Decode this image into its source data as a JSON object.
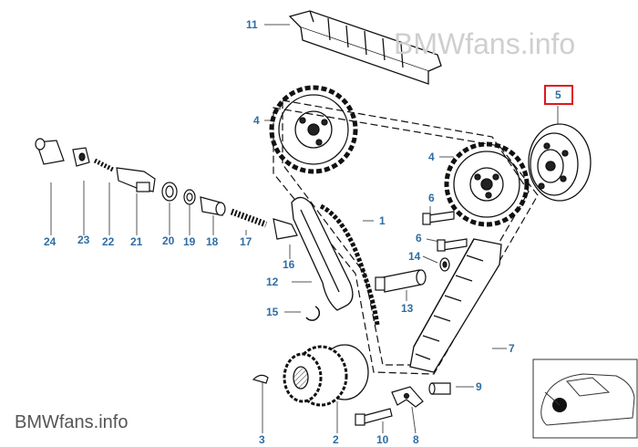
{
  "watermarks": {
    "top": "BMWfans.info",
    "bottom": "BMWfans.info"
  },
  "highlight": {
    "color": "#e0161f",
    "part": "5"
  },
  "label_color": "#2e6da4",
  "parts": {
    "p11": "11",
    "p4a": "4",
    "p4b": "4",
    "p5": "5",
    "p6a": "6",
    "p6b": "6",
    "p14": "14",
    "p1": "1",
    "p24": "24",
    "p23": "23",
    "p22": "22",
    "p21": "21",
    "p20": "20",
    "p19": "19",
    "p18": "18",
    "p17": "17",
    "p16": "16",
    "p12": "12",
    "p13": "13",
    "p15": "15",
    "p7": "7",
    "p9": "9",
    "p3": "3",
    "p2": "2",
    "p10": "10",
    "p8": "8"
  },
  "icons": {
    "car_location": "car-with-timing-location-icon"
  }
}
